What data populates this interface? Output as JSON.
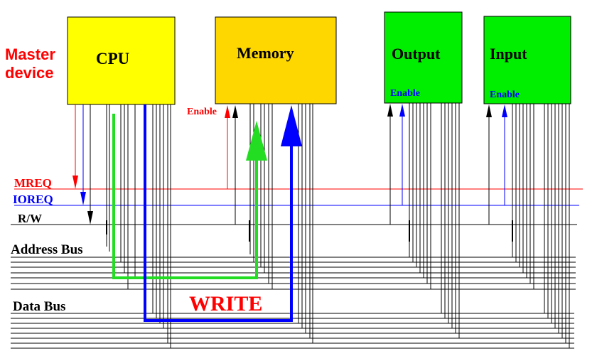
{
  "master_label": [
    "Master",
    "device"
  ],
  "devices": {
    "cpu": {
      "label": "CPU",
      "color": "#ffff00"
    },
    "memory": {
      "label": "Memory",
      "color": "#ffd700",
      "enable": "Enable"
    },
    "output": {
      "label": "Output",
      "color": "#00ee00",
      "enable": "Enable"
    },
    "input": {
      "label": "Input",
      "color": "#00ee00",
      "enable": "Enable"
    }
  },
  "signals": {
    "mreq": {
      "label": "MREQ",
      "color": "#ff0000"
    },
    "ioreq": {
      "label": "IOREQ",
      "color": "#0000ff"
    },
    "rw": {
      "label": "R/W",
      "color": "#000000"
    }
  },
  "buses": {
    "address": {
      "label": "Address Bus"
    },
    "data": {
      "label": "Data Bus"
    }
  },
  "operation": {
    "label": "WRITE",
    "color": "#ff0000"
  },
  "paths": {
    "address_color": "#22dd22",
    "data_color": "#0000ff"
  }
}
